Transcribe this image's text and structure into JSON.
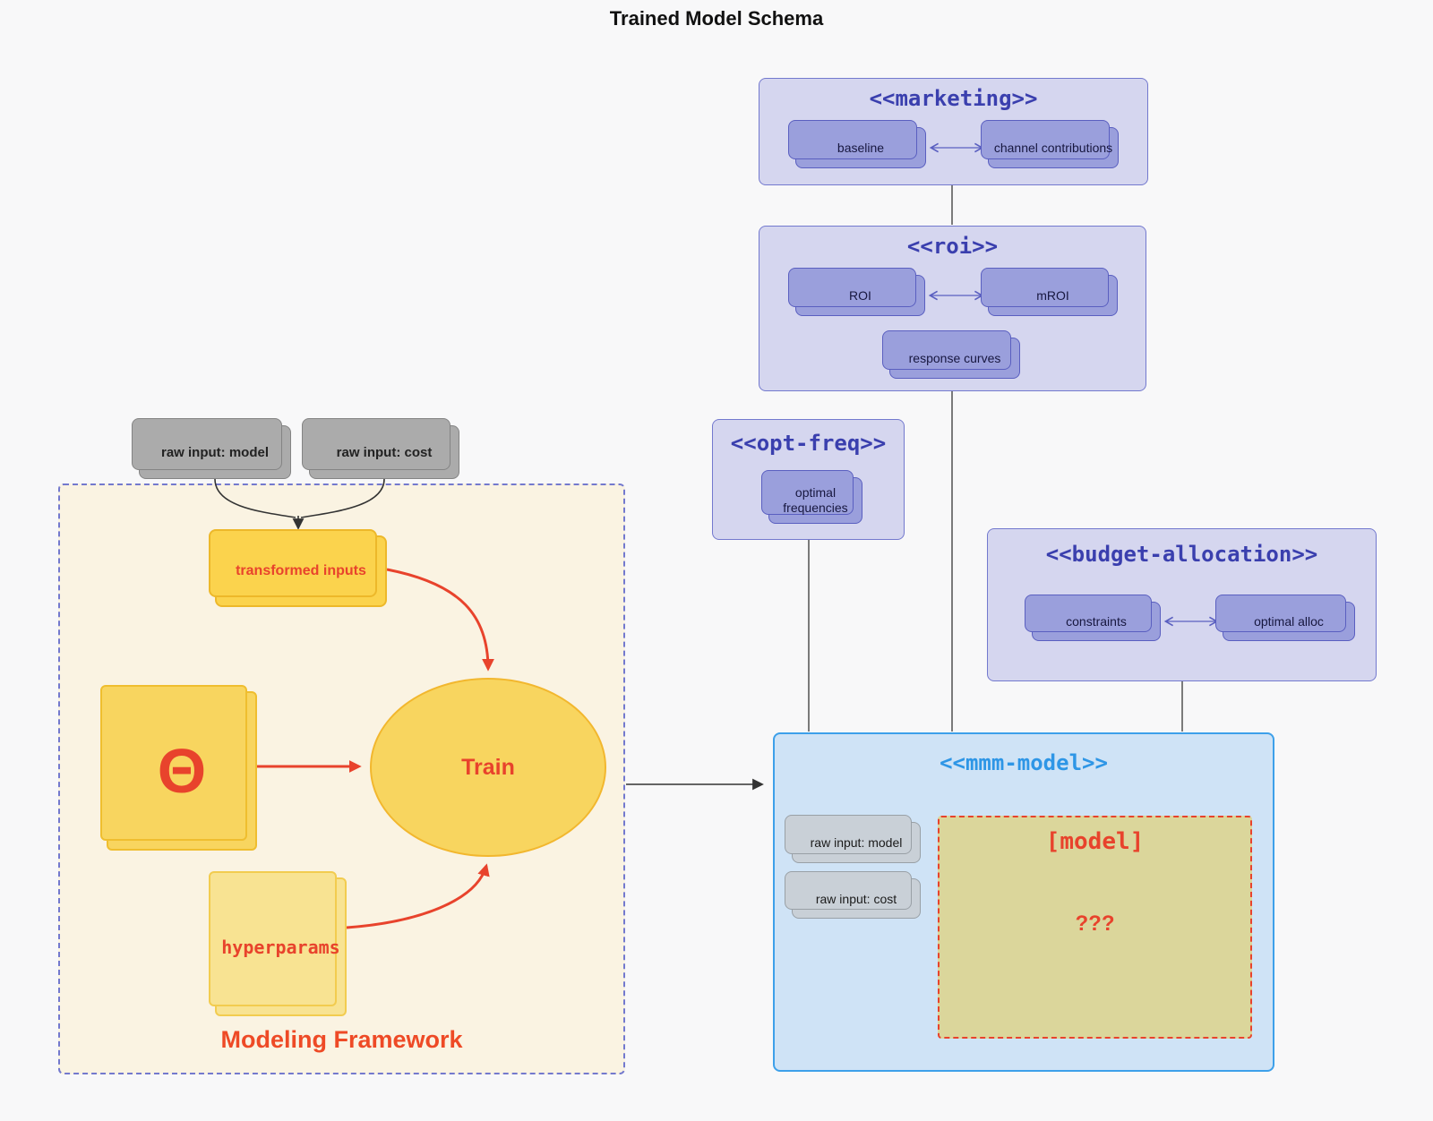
{
  "title": "Trained Model Schema",
  "raw_inputs": {
    "model": "raw input: model",
    "cost": "raw input: cost"
  },
  "framework": {
    "label": "Modeling Framework",
    "transformed_inputs": "transformed inputs",
    "theta": "Θ",
    "train": "Train",
    "hyperparams": "hyperparams"
  },
  "marketing": {
    "title": "<<marketing>>",
    "baseline": "baseline",
    "channel_contributions": "channel contributions"
  },
  "roi": {
    "title": "<<roi>>",
    "roi": "ROI",
    "mroi": "mROI",
    "response_curves": "response curves"
  },
  "opt_freq": {
    "title": "<<opt-freq>>",
    "optimal_frequencies": "optimal frequencies"
  },
  "budget_allocation": {
    "title": "<<budget-allocation>>",
    "constraints": "constraints",
    "optimal_alloc": "optimal alloc"
  },
  "mmm_model": {
    "title": "<<mmm-model>>",
    "raw_input_model": "raw input: model",
    "raw_input_cost": "raw input: cost",
    "model": "[model]",
    "unknown": "???"
  },
  "colors": {
    "red_accent": "#e8432c",
    "blue_accent": "#2e96e6",
    "indigo_accent": "#3a3fae",
    "yellow_fill": "#f8d55f",
    "purple_fill": "#9a9fdc",
    "lavender_fill": "#d5d6ef",
    "cream_fill": "#faf3e2",
    "khaki_fill": "#dbd69b",
    "blue_fill": "#cfe3f6"
  }
}
